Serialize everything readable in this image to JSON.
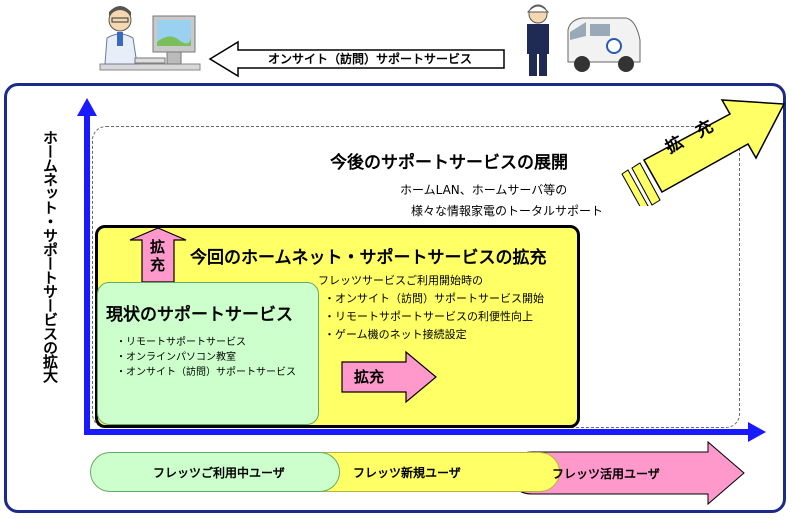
{
  "top": {
    "onsite_arrow_label": "オンサイト（訪問）サポートサービス"
  },
  "axis": {
    "vertical_label": "ホームネット・サポートサービスの拡大"
  },
  "future": {
    "title": "今後のサポートサービスの展開",
    "line1": "ホームLAN、ホームサーバ等の",
    "line2": "様々な情報家電のトータルサポート",
    "expand_label": "拡　充"
  },
  "this_time": {
    "title": "今回のホームネット・サポートサービスの拡充",
    "intro": "フレッツサービスご利用開始時の",
    "items": [
      "・オンサイト（訪問）サポートサービス開始",
      "・リモートサポートサービスの利便性向上",
      "・ゲーム機のネット接続設定"
    ],
    "up_arrow_line1": "拡",
    "up_arrow_line2": "充",
    "right_arrow_label": "拡充"
  },
  "current": {
    "title": "現状のサポートサービス",
    "items": [
      "・リモートサポートサービス",
      "・オンラインパソコン教室",
      "・オンサイト（訪問）サポートサービス"
    ]
  },
  "users": {
    "current": "フレッツご利用中ユーザ",
    "new": "フレッツ新規ユーザ",
    "active": "フレッツ活用ユーザ"
  },
  "colors": {
    "frame": "#1c2a8a",
    "axis": "#1a1aff",
    "yellow": "#ffff66",
    "green": "#ccffcc",
    "pink": "#ff99cc"
  }
}
